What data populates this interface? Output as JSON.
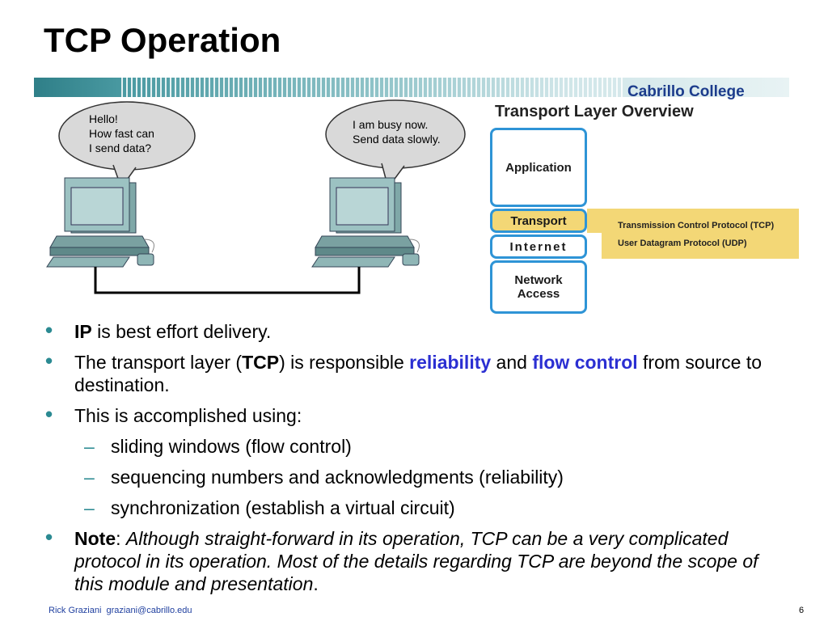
{
  "slide": {
    "title": "TCP Operation",
    "brand": "Cabrillo College",
    "page_number": "6",
    "footer_author": "Rick Graziani",
    "footer_email": "graziani@cabrillo.edu"
  },
  "diagram": {
    "left_bubble": [
      "Hello!",
      "How fast can",
      "I send data?"
    ],
    "right_bubble": [
      "I am busy now.",
      "Send data slowly."
    ]
  },
  "overview": {
    "title": "Transport Layer Overview",
    "layers": {
      "application": "Application",
      "transport": "Transport",
      "internet": "Internet",
      "network_access_1": "Network",
      "network_access_2": "Access"
    },
    "protocols": [
      "Transmission Control Protocol (TCP)",
      "User Datagram Protocol (UDP)"
    ],
    "colors": {
      "layer_border": "#2e94d6",
      "highlight": "#f3d776"
    }
  },
  "bullets": {
    "b1": {
      "bold": "IP",
      "rest": " is best effort delivery."
    },
    "b2": {
      "p1": "The transport layer (",
      "bold": "TCP",
      "p2": ") is responsible ",
      "hl1": "reliability",
      "p3": " and ",
      "hl2": "flow control",
      "p4": " from source to destination."
    },
    "b3": "This is accomplished using:",
    "subs": [
      "sliding windows (flow control)",
      "sequencing numbers and acknowledgments (reliability)",
      "synchronization (establish a virtual circuit)"
    ],
    "b4": {
      "bold": "Note",
      "colon": ":  ",
      "italic": "Although straight-forward in its operation, TCP can be a very complicated protocol in its operation.  Most of the details regarding TCP are beyond the scope of this module and presentation",
      "end": "."
    },
    "colors": {
      "bullet": "#2b8a92",
      "highlight": "#2b2fd2"
    }
  }
}
